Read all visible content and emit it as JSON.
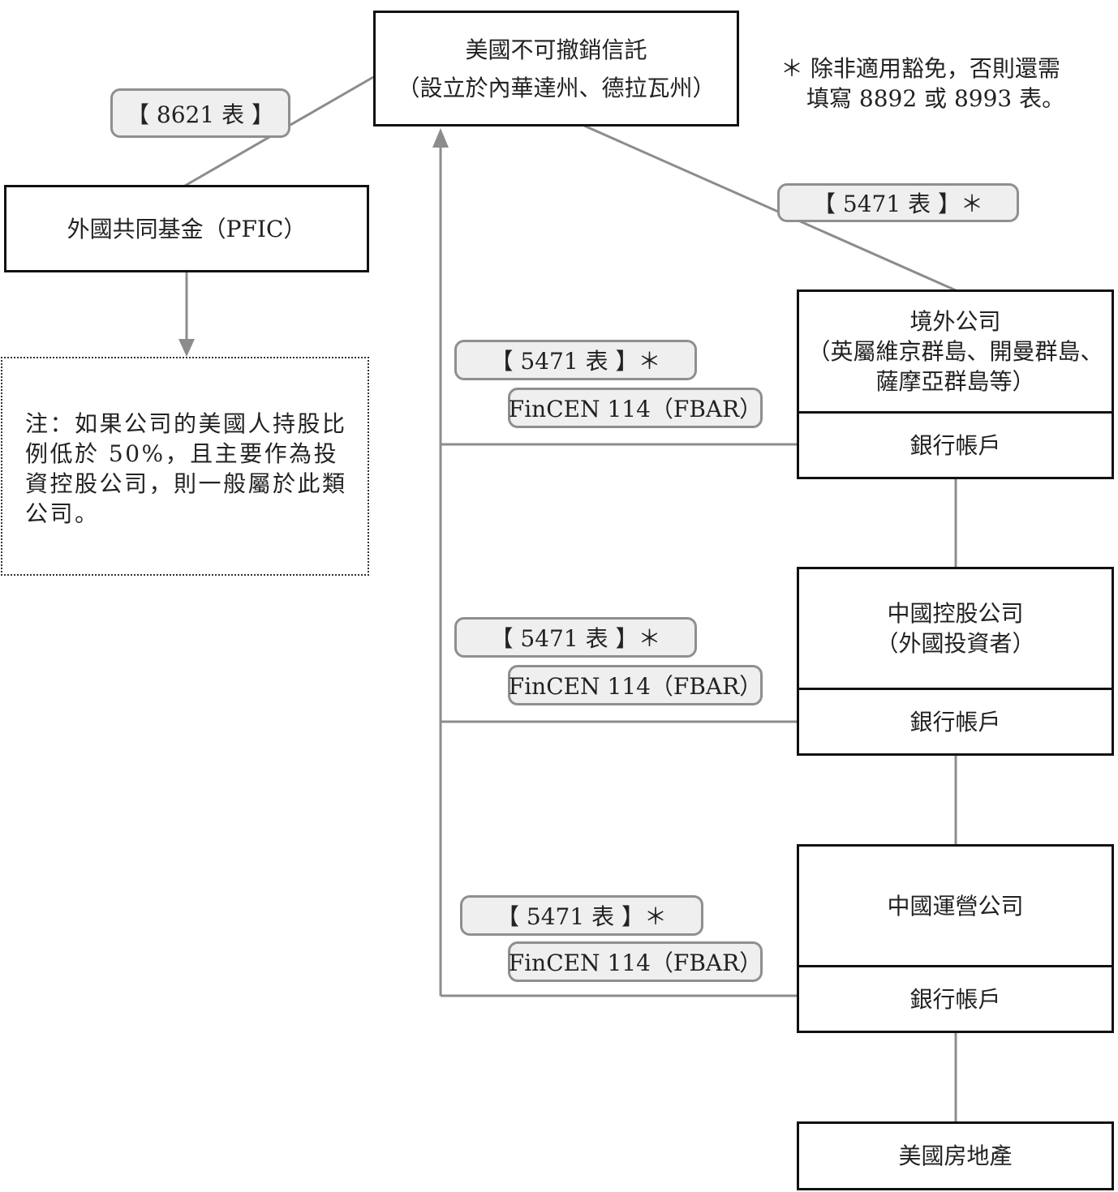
{
  "trust": {
    "line1": "美國不可撤銷信託",
    "line2": "（設立於內華達州、德拉瓦州）"
  },
  "footnote": {
    "line1": "＊ 除非適用豁免，否則還需",
    "line2": "填寫 8892 或 8993 表。"
  },
  "pfic": {
    "label": "外國共同基金（PFIC）"
  },
  "note": {
    "text": "注：如果公司的美國人持股比例低於 50%，且主要作為投資控股公司，則一般屬於此類公司。"
  },
  "offshore": {
    "line1": "境外公司",
    "line2": "（英屬維京群島、開曼群島、",
    "line3": "薩摩亞群島等）",
    "bank": "銀行帳戶"
  },
  "holding": {
    "line1": "中國控股公司",
    "line2": "（外國投資者）",
    "bank": "銀行帳戶"
  },
  "operating": {
    "line1": "中國運營公司",
    "bank": "銀行帳戶"
  },
  "realestate": {
    "label": "美國房地產"
  },
  "forms": {
    "f8621": "【 8621 表 】",
    "f5471_top": "【 5471 表 】＊",
    "f5471_1": "【 5471 表 】＊",
    "fbar_1": "FinCEN 114（FBAR）",
    "f5471_2": "【 5471 表 】＊",
    "fbar_2": "FinCEN 114（FBAR）",
    "f5471_3": "【 5471 表 】＊",
    "fbar_3": "FinCEN 114（FBAR）"
  },
  "colors": {
    "line": "#8c8c8c",
    "border": "#111111",
    "pill_fill": "#efefef"
  }
}
